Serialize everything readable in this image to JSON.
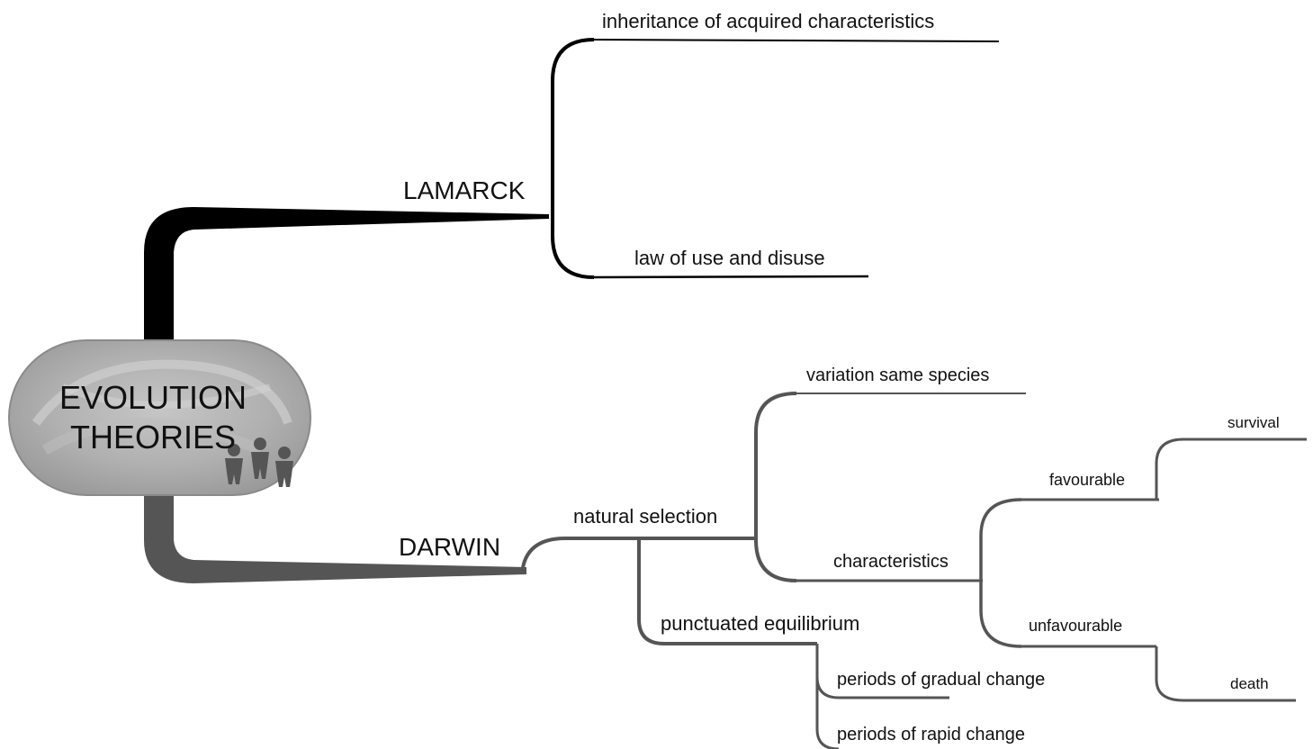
{
  "central": {
    "line1": "EVOLUTION",
    "line2": "THEORIES",
    "icon": "people-icon"
  },
  "branches": {
    "lamarck": {
      "label": "LAMARCK",
      "children": {
        "inheritance": "inheritance of acquired characteristics",
        "use_disuse": "law of use and disuse"
      }
    },
    "darwin": {
      "label": "DARWIN",
      "natural_selection": {
        "label": "natural selection",
        "variation": "variation same species",
        "characteristics": {
          "label": "characteristics",
          "favourable": {
            "label": "favourable",
            "outcome": "survival"
          },
          "unfavourable": {
            "label": "unfavourable",
            "outcome": "death"
          }
        }
      },
      "punctuated": {
        "label": "punctuated equilibrium",
        "gradual": "periods of gradual change",
        "rapid": "periods of rapid change"
      }
    }
  },
  "colors": {
    "lamarck_branch": "#000000",
    "darwin_branch": "#555555",
    "central_fill": "#aaaaaa"
  }
}
